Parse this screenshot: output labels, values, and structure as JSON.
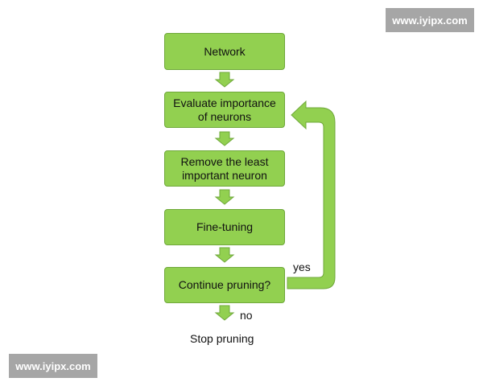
{
  "flowchart": {
    "steps": {
      "network": "Network",
      "evaluate": "Evaluate importance\nof neurons",
      "remove": "Remove the least\nimportant neuron",
      "finetune": "Fine-tuning",
      "continue": "Continue pruning?"
    },
    "edge_labels": {
      "yes": "yes",
      "no": "no"
    },
    "terminal": "Stop pruning"
  },
  "watermarks": {
    "top": "www.iyipx.com",
    "bottom": "www.iyipx.com"
  },
  "colors": {
    "box_fill": "#92d050",
    "box_border": "#6fa83a",
    "arrow_fill": "#92d050",
    "watermark_bg": "#a6a6a6"
  }
}
